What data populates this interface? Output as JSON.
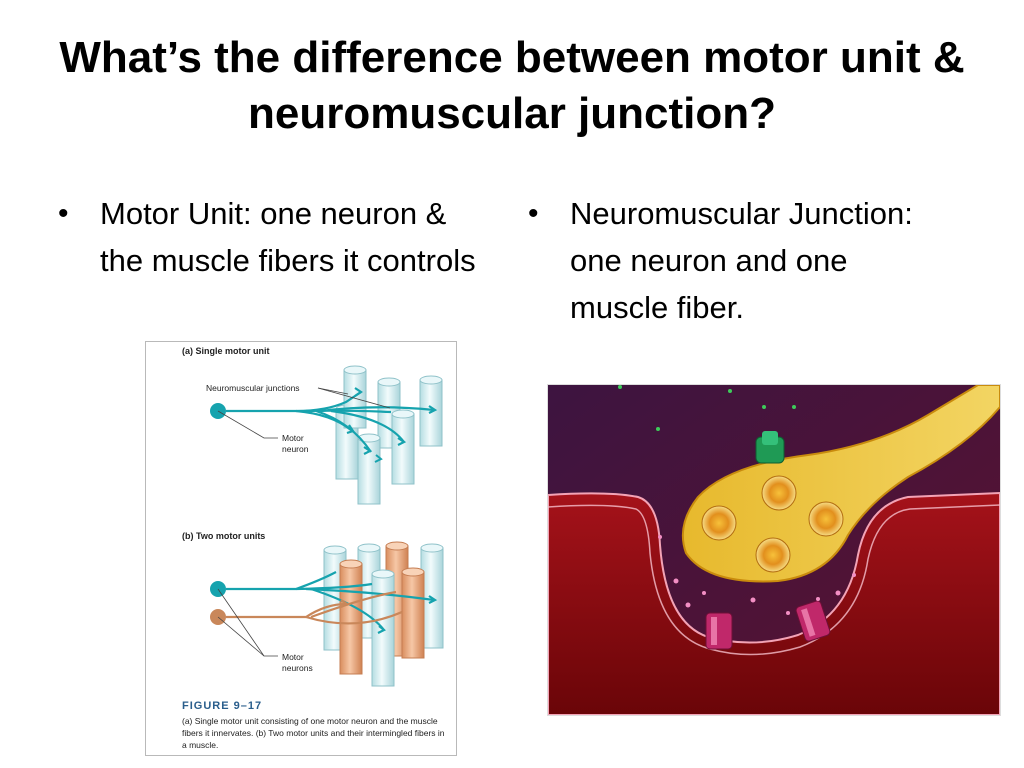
{
  "slide": {
    "title": "What’s the difference between motor unit & neuromuscular junction?"
  },
  "bullets": {
    "left": {
      "marker": "•",
      "text": "Motor Unit: one neuron & the muscle fibers it controls"
    },
    "right": {
      "marker": "•",
      "text": "Neuromuscular Junction: one neuron and one muscle fiber."
    }
  },
  "figure": {
    "panel_a_title": "(a) Single motor unit",
    "panel_a_nmj_label": "Neuromuscular junctions",
    "panel_a_neuron_label": "Motor neuron",
    "panel_b_title": "(b) Two motor units",
    "panel_b_neuron_label": "Motor neurons",
    "caption_title": "FIGURE 9–17",
    "caption_text": "(a) Single motor unit consisting of one motor neuron and the muscle fibers it innervates. (b) Two motor units and their intermingled fibers in a muscle."
  },
  "colors": {
    "neuron_teal": "#16a3ae",
    "neuron_brown": "#c9875a",
    "fiber_blue": "#d6eef1",
    "fiber_orange": "#e7a77e",
    "muscle_red": "#8b0a0a",
    "axon_gold": "#e7b92d"
  }
}
